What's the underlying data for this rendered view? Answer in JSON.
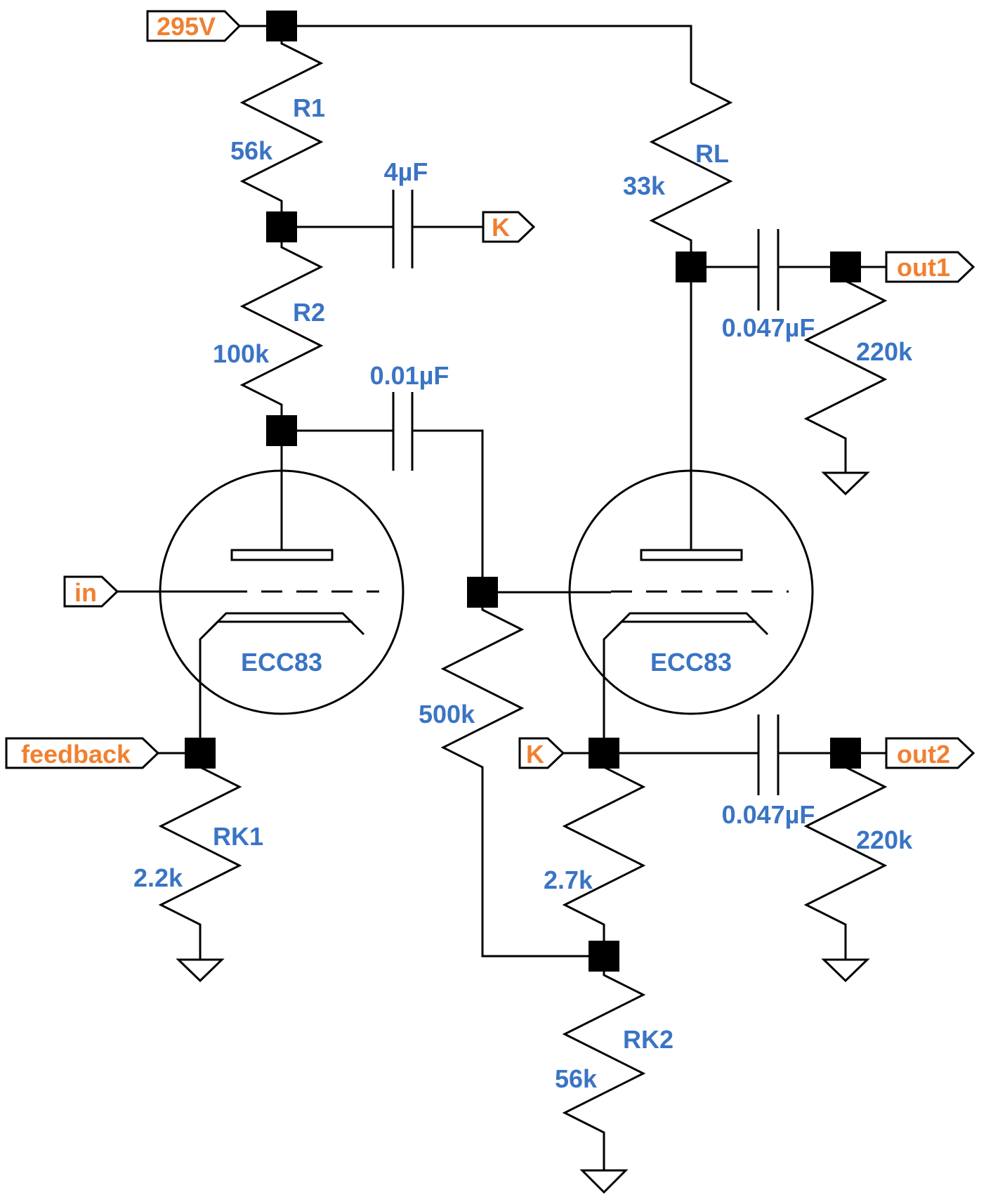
{
  "title": "ECC83 two-stage amplifier schematic",
  "colors": {
    "component_label": "#3a74c4",
    "net_label": "#f08030",
    "wire": "#000000"
  },
  "nets": {
    "supply": "295V",
    "k_top": "K",
    "in": "in",
    "feedback": "feedback",
    "k_bottom": "K",
    "out1": "out1",
    "out2": "out2"
  },
  "tubes": {
    "v1": "ECC83",
    "v2": "ECC83"
  },
  "resistors": {
    "r1": {
      "name": "R1",
      "value": "56k"
    },
    "r2": {
      "name": "R2",
      "value": "100k"
    },
    "rl": {
      "name": "RL",
      "value": "33k"
    },
    "rg": {
      "name": "",
      "value": "500k"
    },
    "rk1": {
      "name": "RK1",
      "value": "2.2k"
    },
    "rk2a": {
      "name": "",
      "value": "2.7k"
    },
    "rk2": {
      "name": "RK2",
      "value": "56k"
    },
    "rout1": {
      "name": "",
      "value": "220k"
    },
    "rout2": {
      "name": "",
      "value": "220k"
    }
  },
  "capacitors": {
    "c_dec": "4µF",
    "c_coup": "0.01µF",
    "c_out1": "0.047µF",
    "c_out2": "0.047µF"
  }
}
